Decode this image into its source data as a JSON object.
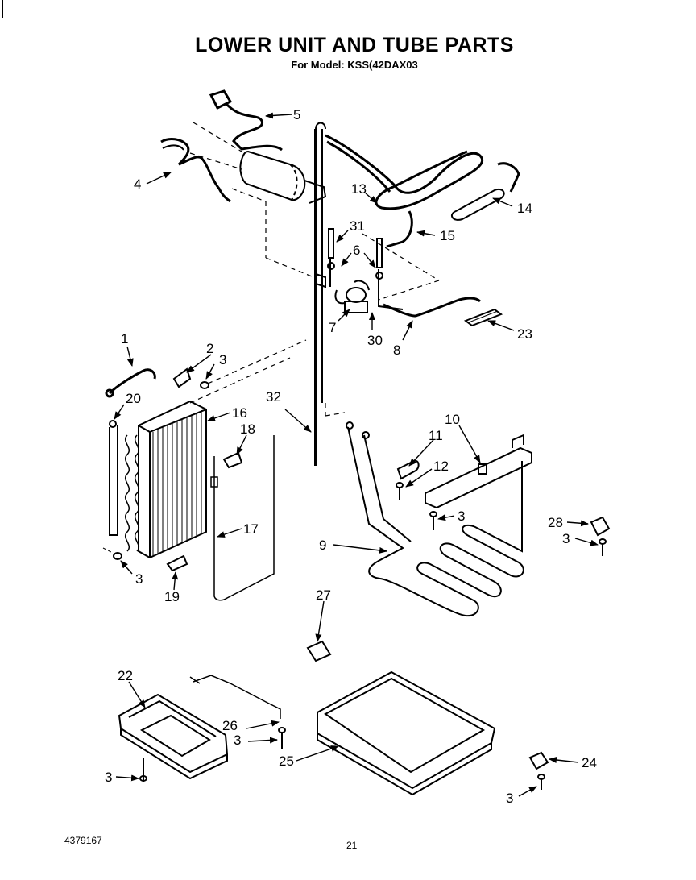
{
  "title": "LOWER UNIT AND TUBE PARTS",
  "subtitle": "For Model: KSS(42DAX03",
  "document_number": "4379167",
  "page_number": "21",
  "callouts": {
    "c1": "1",
    "c2": "2",
    "c3": "3",
    "c4": "4",
    "c5": "5",
    "c6": "6",
    "c7": "7",
    "c8": "8",
    "c9": "9",
    "c10": "10",
    "c11": "11",
    "c12": "12",
    "c13": "13",
    "c14": "14",
    "c15": "15",
    "c16": "16",
    "c17": "17",
    "c18": "18",
    "c19": "19",
    "c20": "20",
    "c22": "22",
    "c23": "23",
    "c24": "24",
    "c25": "25",
    "c26": "26",
    "c27": "27",
    "c28": "28",
    "c30": "30",
    "c31": "31",
    "c32": "32"
  }
}
